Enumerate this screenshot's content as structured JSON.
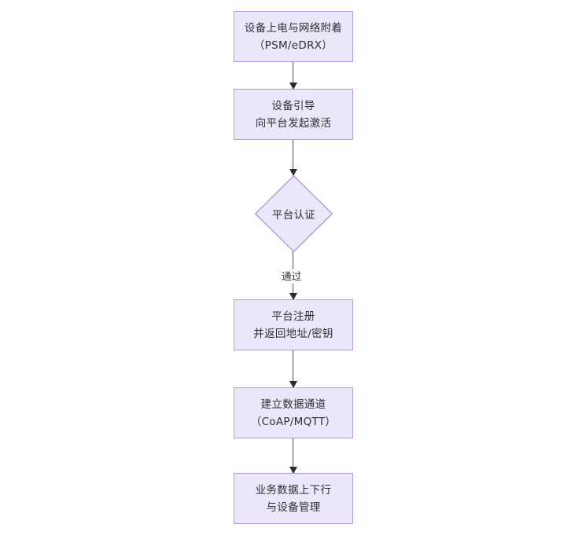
{
  "diagram": {
    "type": "flowchart",
    "orientation": "top-to-bottom",
    "background_color": "#ffffff",
    "node_fill_color": "#e9e7f9",
    "node_border_color": "#b49bdb",
    "text_color": "#2f2f33",
    "connector_color": "#53535b",
    "nodes": [
      {
        "id": "n1",
        "shape": "rectangle",
        "line1": "设备上电与网络附着",
        "line2": "（PSM/eDRX）"
      },
      {
        "id": "n2",
        "shape": "rectangle",
        "line1": "设备引导",
        "line2": "向平台发起激活"
      },
      {
        "id": "n3",
        "shape": "diamond",
        "line1": "平台认证",
        "line2": ""
      },
      {
        "id": "n4",
        "shape": "rectangle",
        "line1": "平台注册",
        "line2": "并返回地址/密钥"
      },
      {
        "id": "n5",
        "shape": "rectangle",
        "line1": "建立数据通道",
        "line2": "（CoAP/MQTT）"
      },
      {
        "id": "n6",
        "shape": "rectangle",
        "line1": "业务数据上下行",
        "line2": "与设备管理"
      }
    ],
    "edges": [
      {
        "from": "n1",
        "to": "n2",
        "label": ""
      },
      {
        "from": "n2",
        "to": "n3",
        "label": ""
      },
      {
        "from": "n3",
        "to": "n4",
        "label": "通过"
      },
      {
        "from": "n4",
        "to": "n5",
        "label": ""
      },
      {
        "from": "n5",
        "to": "n6",
        "label": ""
      }
    ]
  }
}
